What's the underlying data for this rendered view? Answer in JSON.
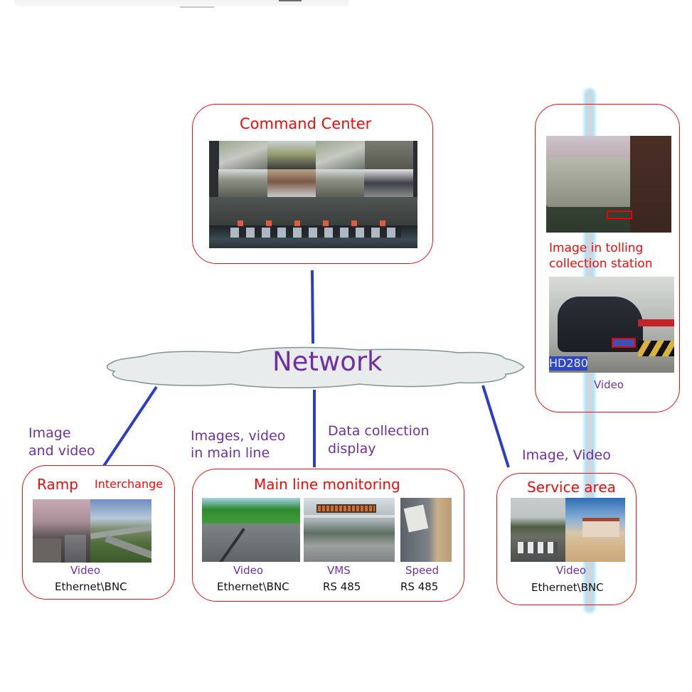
{
  "title": "Highway monitoring network architecture",
  "network": {
    "label": "Network"
  },
  "command_center": {
    "title": "Command Center",
    "photo": "command-center-video-wall-photo"
  },
  "tolling": {
    "caption_line1": "Image in tolling",
    "caption_line2": "collection station",
    "media": "Video",
    "plate_overlay": "HD280",
    "photos": [
      "toll-van-plate-photo",
      "toll-sedan-plate-photo"
    ]
  },
  "links": {
    "ramp": {
      "line1": "Image",
      "line2": "and video"
    },
    "main_left": {
      "line1": "Images, video",
      "line2": "in main line"
    },
    "main_right": {
      "line1": "Data collection",
      "line2": "display"
    },
    "service": {
      "line1": "Image, Video"
    }
  },
  "ramp": {
    "title": "Ramp",
    "subtitle": "Interchange",
    "media": "Video",
    "interface": "Ethernet\\BNC"
  },
  "main_line": {
    "title": "Main line monitoring",
    "items": [
      {
        "media": "Video",
        "interface": "Ethernet\\BNC"
      },
      {
        "media": "VMS",
        "interface": "RS 485"
      },
      {
        "media": "Speed",
        "interface": "RS 485"
      }
    ]
  },
  "service_area": {
    "title": "Service area",
    "media": "Video",
    "interface": "Ethernet\\BNC"
  },
  "colors": {
    "box_border": "#f01010",
    "title_red": "#f00a0a",
    "label_purple": "#7030a0",
    "link_blue": "#2a3fc4",
    "cloud_fill": "#e8ecec",
    "cloud_stroke": "#7f9595",
    "highlight_glow": "#a9e2fb"
  }
}
